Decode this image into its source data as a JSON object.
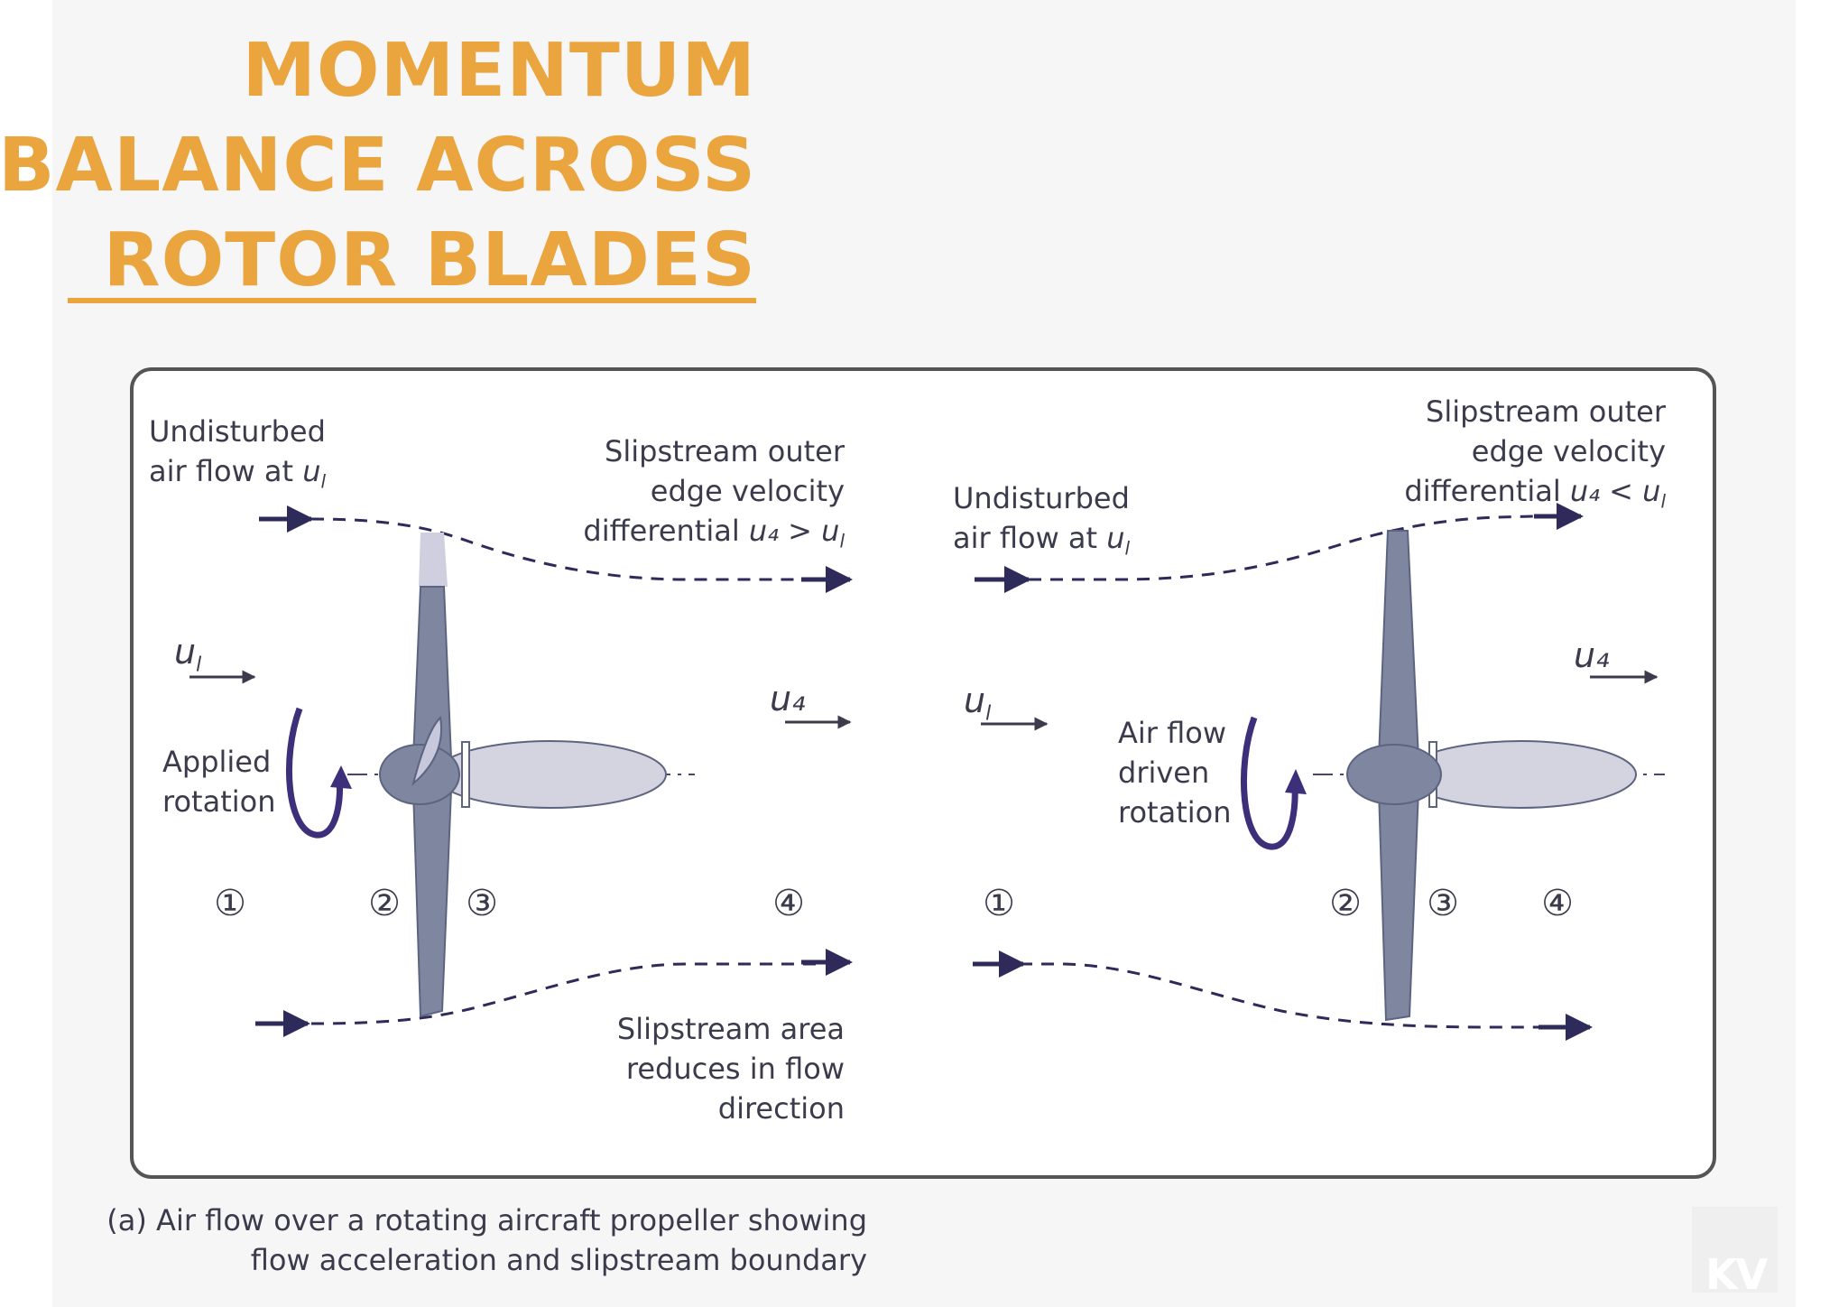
{
  "title": {
    "lines": [
      "MOMENTUM",
      "BALANCE ACROSS",
      "ROTOR BLADES"
    ],
    "color": "#eaa53e"
  },
  "left_panel": {
    "undisturbed": {
      "line1": "Undisturbed",
      "line2_text": "air flow at ",
      "line2_var": "u",
      "line2_sub": "l"
    },
    "slipstream_outer": {
      "line1": "Slipstream outer",
      "line2": "edge velocity",
      "line3_text": "differential ",
      "line3_expr": "u₄ > u",
      "line3_sub": "l"
    },
    "rotation_label": [
      "Applied",
      "rotation"
    ],
    "slipstream_area": [
      "Slipstream area",
      "reduces in flow",
      "direction"
    ],
    "velocity_in": "u",
    "velocity_in_sub": "l",
    "velocity_out": "u₄",
    "stations": [
      "①",
      "②",
      "③",
      "④"
    ]
  },
  "right_panel": {
    "undisturbed": {
      "line1": "Undisturbed",
      "line2_text": "air flow at ",
      "line2_var": "u",
      "line2_sub": "l"
    },
    "slipstream_outer": {
      "line1": "Slipstream outer",
      "line2": "edge velocity",
      "line3_text": "differential ",
      "line3_expr": "u₄ < u",
      "line3_sub": "l"
    },
    "rotation_label": [
      "Air flow",
      "driven",
      "rotation"
    ],
    "velocity_in": "u",
    "velocity_in_sub": "l",
    "velocity_out": "u₄",
    "stations": [
      "①",
      "②",
      "③",
      "④"
    ]
  },
  "caption": [
    "(a) Air flow over a rotating aircraft propeller showing",
    "flow acceleration and slipstream boundary"
  ],
  "logo": "KV",
  "colors": {
    "title": "#eaa53e",
    "streamline": "#2e2a5a",
    "arrow_accent": "#3e2f7a",
    "blade": "#7e86a0",
    "nacelle": "#d3d4e0",
    "text": "#3b3b4c",
    "frame": "#555555"
  }
}
